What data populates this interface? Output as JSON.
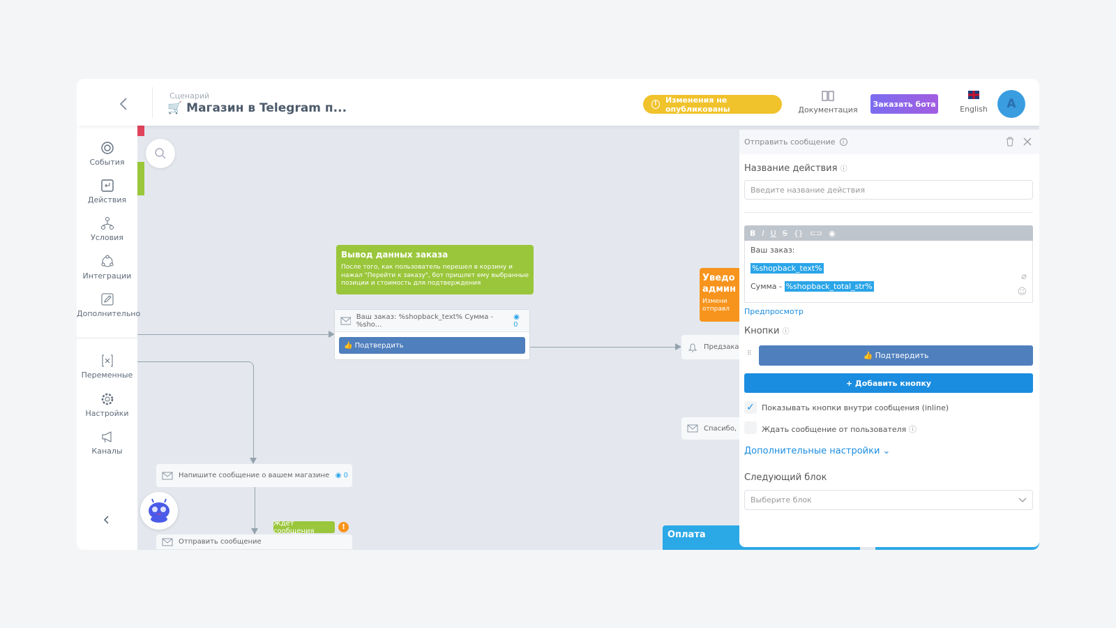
{
  "header": {
    "back_icon": "chevron-left-icon",
    "subtitle": "Сценарий",
    "title": "Магазин в Telegram п...",
    "title_icon": "shopping-cart-icon",
    "unpublished": "Изменения не опубликованы",
    "docs": "Документация",
    "order_bot": "Заказать бота",
    "language": "English",
    "avatar": "A"
  },
  "sidebar": {
    "items": [
      {
        "label": "События",
        "icon": "target-icon"
      },
      {
        "label": "Действия",
        "icon": "action-icon"
      },
      {
        "label": "Условия",
        "icon": "branch-icon"
      },
      {
        "label": "Интеграции",
        "icon": "integrations-icon"
      },
      {
        "label": "Дополнительно",
        "icon": "edit-icon"
      },
      {
        "label": "Переменные",
        "icon": "variable-icon"
      },
      {
        "label": "Настройки",
        "icon": "gear-icon"
      },
      {
        "label": "Каналы",
        "icon": "megaphone-icon"
      }
    ]
  },
  "canvas": {
    "note_green": {
      "title": "Вывод данных заказа",
      "text": "После того, как пользователь перешел в корзину и нажал \"Перейти к заказу\", бот пришлет ему выбранные позиции и стоимость для подтверждения"
    },
    "message_node": {
      "text": "Ваш заказ: %shopback_text% Сумма - %sho...",
      "views": "0",
      "button": "Подтвердить"
    },
    "shop_node": {
      "text": "Напишите сообщение о вашем магазине",
      "views": "0"
    },
    "send_node": {
      "text": "Отправить сообщение",
      "badge": "Ждет сообщения",
      "warn": "!"
    },
    "orange_note": {
      "title1": "Уведо",
      "title2": "админ",
      "text1": "Измени",
      "text2": "отправл"
    },
    "preorder_node": {
      "text": "Предзаказ"
    },
    "thanks_node": {
      "text": "Спасибо, а"
    },
    "payment_note": {
      "title": "Оплата"
    }
  },
  "panel": {
    "title": "Отправить сообщение",
    "name_label": "Название действия",
    "name_placeholder": "Введите название действия",
    "editor": {
      "line1": "Ваш заказ:",
      "var1": "%shopback_text%",
      "sum_label": "Сумма - ",
      "var2": "%shopback_total_str%"
    },
    "preview": "Предпросмотр",
    "buttons_label": "Кнопки",
    "button1": "Подтвердить",
    "add_button": "+ Добавить кнопку",
    "inline_label": "Показывать кнопки внутри сообщения (inline)",
    "inline_checked": true,
    "wait_label": "Ждать сообщение от пользователя",
    "wait_checked": false,
    "advanced": "Дополнительные настройки",
    "next_label": "Следующий блок",
    "next_placeholder": "Выберите блок"
  },
  "colors": {
    "accent": "#1a8de0",
    "green": "#9ac63b",
    "orange": "#f7941d",
    "blue_node": "#2ba8e6",
    "button": "#4f7fbd",
    "warning": "#f0c22b"
  }
}
